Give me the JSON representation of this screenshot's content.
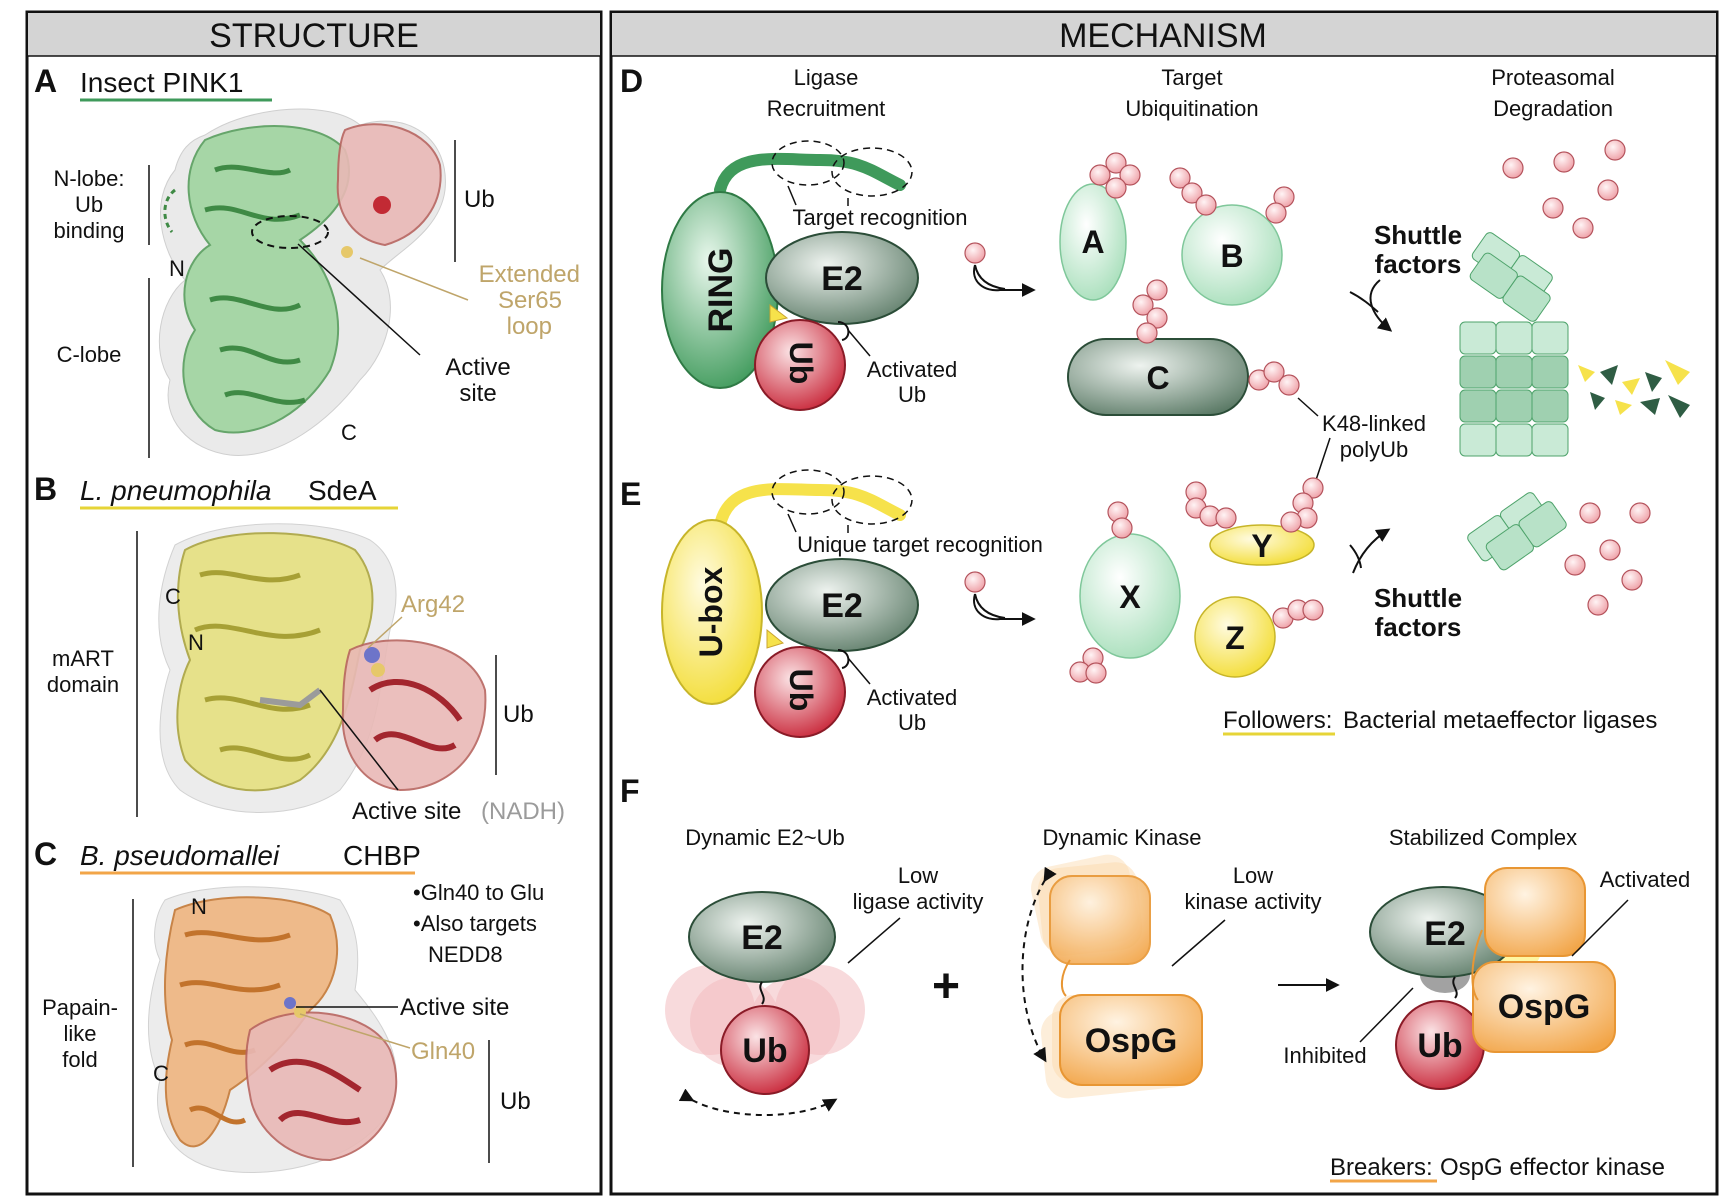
{
  "structure": {
    "header": "STRUCTURE",
    "a": {
      "letter": "A",
      "title": "Insect PINK1",
      "nlobe": [
        "N-lobe:",
        "Ub",
        "binding"
      ],
      "clobe": "C-lobe",
      "ub": "Ub",
      "n": "N",
      "c": "C",
      "loop": [
        "Extended",
        "Ser65",
        "loop"
      ],
      "active": [
        "Active",
        "site"
      ]
    },
    "b": {
      "letter": "B",
      "title_italic": "L. pneumophila",
      "title_rest": "SdeA",
      "domain": [
        "mART",
        "domain"
      ],
      "ub": "Ub",
      "c": "C",
      "n": "N",
      "arg": "Arg42",
      "active": "Active site",
      "nadh": "(NADH)"
    },
    "c": {
      "letter": "C",
      "title_italic": "B. pseudomallei",
      "title_rest": "CHBP",
      "n": "N",
      "c": "C",
      "fold": [
        "Papain-",
        "like",
        "fold"
      ],
      "bullets": [
        "•Gln40 to Glu",
        "•Also targets",
        "NEDD8"
      ],
      "active": "Active site",
      "gln": "Gln40",
      "ub": "Ub"
    }
  },
  "mechanism": {
    "header": "MECHANISM",
    "d": {
      "letter": "D",
      "col1": [
        "Ligase",
        "Recruitment"
      ],
      "col2": [
        "Target",
        "Ubiquitination"
      ],
      "col3": [
        "Proteasomal",
        "Degradation"
      ],
      "target_recognition": "Target recognition",
      "ring": "RING",
      "e2": "E2",
      "ub": "Ub",
      "activated": [
        "Activated",
        "Ub"
      ],
      "targets": [
        "A",
        "B",
        "C"
      ],
      "shuttle": [
        "Shuttle",
        "factors"
      ],
      "k48": [
        "K48-linked",
        "polyUb"
      ]
    },
    "e": {
      "letter": "E",
      "unique": "Unique target recognition",
      "ubox": "U-box",
      "e2": "E2",
      "ub": "Ub",
      "activated": [
        "Activated",
        "Ub"
      ],
      "targets": [
        "X",
        "Y",
        "Z"
      ],
      "shuttle": [
        "Shuttle",
        "factors"
      ],
      "followers_u": "Followers:",
      "followers_rest": " Bacterial metaeffector ligases"
    },
    "f": {
      "letter": "F",
      "t1": "Dynamic E2~Ub",
      "t2": "Dynamic Kinase",
      "t3": "Stabilized Complex",
      "low_ligase": [
        "Low",
        "ligase activity"
      ],
      "low_kinase": [
        "Low",
        "kinase activity"
      ],
      "activated": "Activated",
      "inhibited": "Inhibited",
      "e2": "E2",
      "ub": "Ub",
      "ospg": "OspG",
      "plus": "+",
      "breakers_u": "Breakers:",
      "breakers_rest": " OspG effector kinase"
    }
  },
  "colors": {
    "header_bg": "#d4d4d4",
    "green": "#3f9a5b",
    "green_light": "#cdeed9",
    "yellow": "#f6e24b",
    "orange": "#f2a548",
    "ub_red": "#c9283a",
    "ub_pink": "#f2bcc0",
    "tan": "#bfa56a"
  }
}
